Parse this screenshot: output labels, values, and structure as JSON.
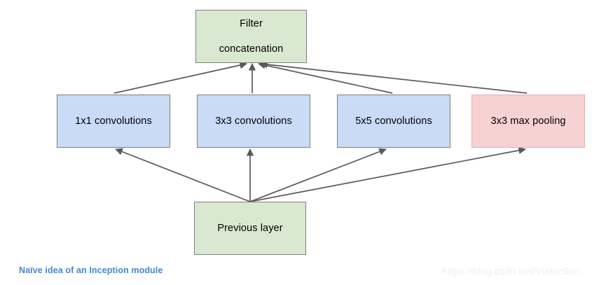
{
  "diagram": {
    "nodes": {
      "filter_concat": "Filter\nconcatenation",
      "filter_concat_line1": "Filter",
      "filter_concat_line2": "concatenation",
      "conv1x1": "1x1 convolutions",
      "conv3x3": "3x3 convolutions",
      "conv5x5": "5x5 convolutions",
      "maxpool": "3x3 max pooling",
      "prev_layer": "Previous layer"
    },
    "caption": "Naïve idea of an Inception module",
    "watermark": "https://blog.csdn.net/ViatorSun",
    "colors": {
      "green_fill": "#d9e8d1",
      "blue_fill": "#c9dbf6",
      "pink_fill": "#f6d2d3",
      "gray_border": "#7f7f7f",
      "pink_border": "#eaafb0",
      "arrow": "#595959",
      "caption_text": "#4a86c8",
      "watermark_text": "#efefef",
      "background": "#ffffff"
    },
    "edges": [
      {
        "from": "prev_layer",
        "to": "conv1x1",
        "name": "edge-prev-to-conv1x1"
      },
      {
        "from": "prev_layer",
        "to": "conv3x3",
        "name": "edge-prev-to-conv3x3"
      },
      {
        "from": "prev_layer",
        "to": "conv5x5",
        "name": "edge-prev-to-conv5x5"
      },
      {
        "from": "prev_layer",
        "to": "maxpool",
        "name": "edge-prev-to-maxpool"
      },
      {
        "from": "conv1x1",
        "to": "filter_concat",
        "name": "edge-conv1x1-to-concat"
      },
      {
        "from": "conv3x3",
        "to": "filter_concat",
        "name": "edge-conv3x3-to-concat"
      },
      {
        "from": "conv5x5",
        "to": "filter_concat",
        "name": "edge-conv5x5-to-concat"
      },
      {
        "from": "maxpool",
        "to": "filter_concat",
        "name": "edge-maxpool-to-concat"
      }
    ]
  }
}
